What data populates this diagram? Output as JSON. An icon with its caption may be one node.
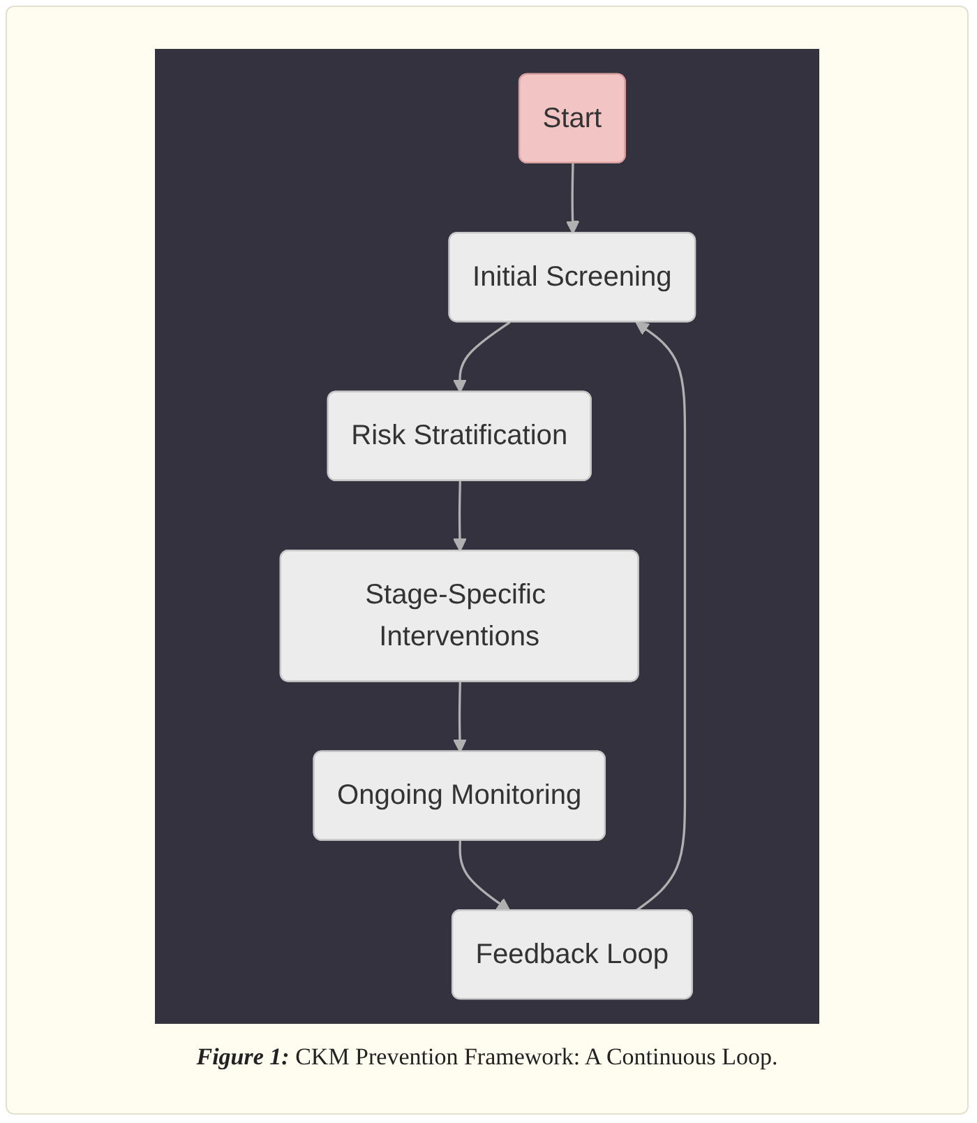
{
  "diagram": {
    "caption": "**Figure 1:** CKM Prevention Framework: A Continuous Loop.",
    "nodes": [
      {
        "text": [
          "Start"
        ]
      },
      {
        "text": [
          "Initial Screening"
        ]
      },
      {
        "text": [
          "Risk Stratification"
        ]
      },
      {
        "text": [
          "Stage-Specific Interventions"
        ]
      },
      {
        "text": [
          "Ongoing Monitoring"
        ]
      },
      {
        "text": [
          "Feedback Loop"
        ]
      }
    ],
    "edges": [
      {
        "from": 0,
        "to": 1,
        "arrow": "to"
      },
      {
        "from": 1,
        "to": 2,
        "arrow": "to"
      },
      {
        "from": 2,
        "to": 3,
        "arrow": "to"
      },
      {
        "from": 3,
        "to": 4,
        "arrow": "to"
      },
      {
        "from": 4,
        "to": 5,
        "arrow": "to"
      },
      {
        "from": 5,
        "to": 1,
        "arrow": "to"
      }
    ]
  }
}
